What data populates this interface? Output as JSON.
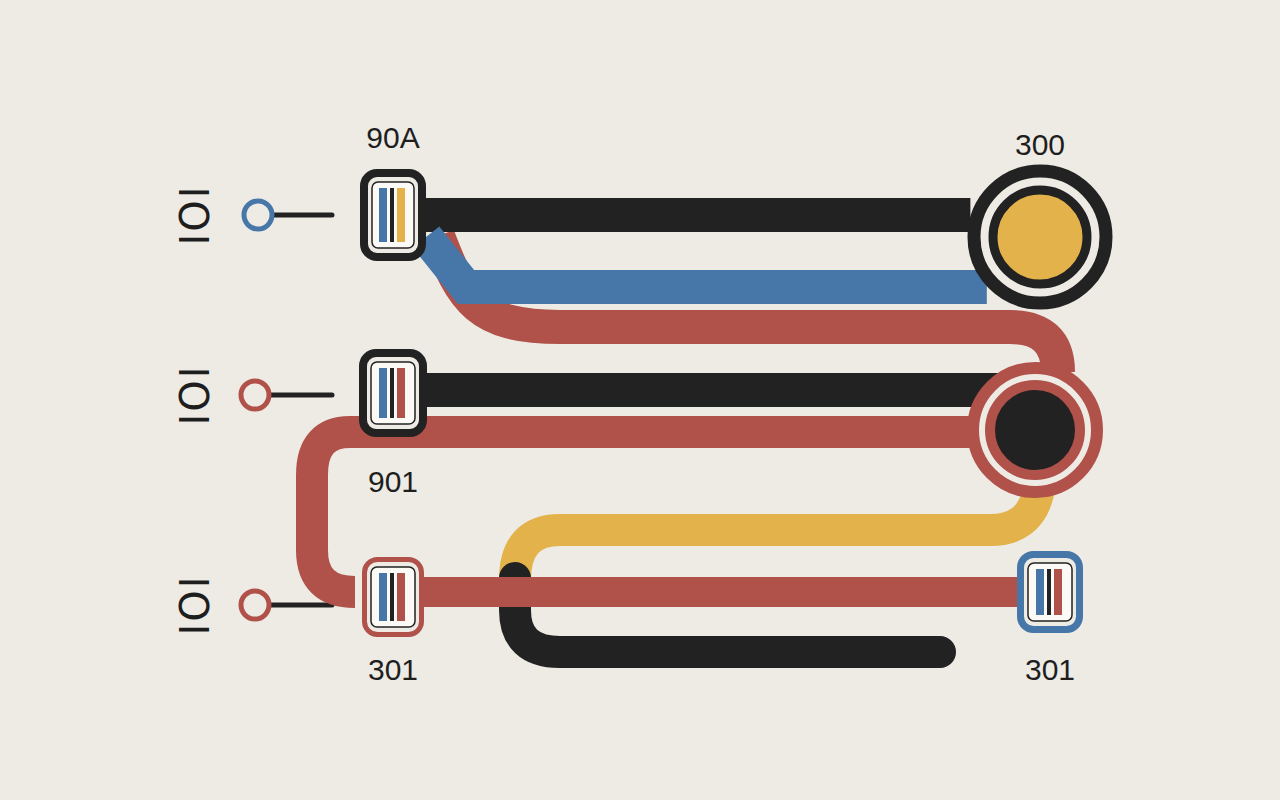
{
  "diagram": {
    "nodes": [
      {
        "text": [
          "90A"
        ]
      },
      {
        "text": [
          "300"
        ]
      },
      {
        "text": [
          "901"
        ]
      },
      {
        "text": [
          "301"
        ]
      },
      {
        "text": [
          "301"
        ]
      }
    ],
    "edges": [
      {
        "from": 0,
        "to": 1,
        "arrow": "none"
      },
      {
        "from": 0,
        "to": 1,
        "arrow": "none"
      },
      {
        "from": 3,
        "to": 4,
        "arrow": "none"
      }
    ],
    "labels": [
      "IOI",
      "IOI",
      "IOI"
    ]
  }
}
